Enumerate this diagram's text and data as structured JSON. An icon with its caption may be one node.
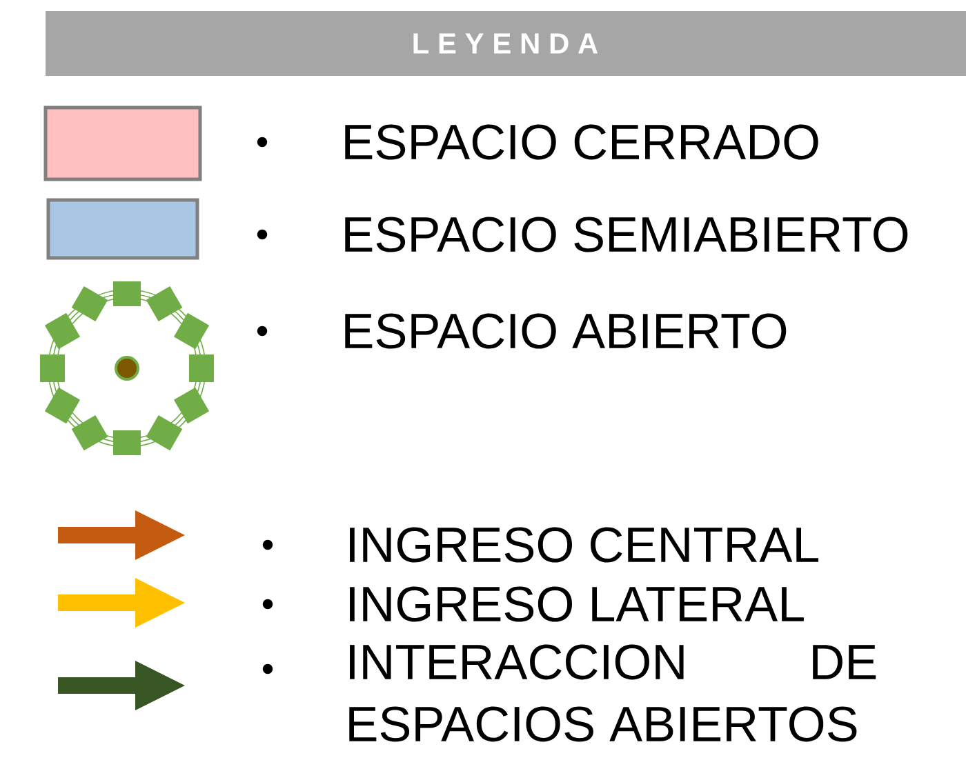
{
  "diagram": {
    "title": "L E Y E N D A",
    "legend": [
      {
        "text": "ESPACIO CERRADO",
        "color": "#ffbfbf"
      },
      {
        "text": "ESPACIO SEMIABIERTO",
        "color": "#a9c6e4"
      },
      {
        "text": "ESPACIO ABIERTO"
      },
      {
        "text": "INGRESO CENTRAL"
      },
      {
        "text": "INGRESO LATERAL"
      },
      {
        "text": "INTERACCION DE ESPACIOS ABIERTOS"
      }
    ]
  }
}
